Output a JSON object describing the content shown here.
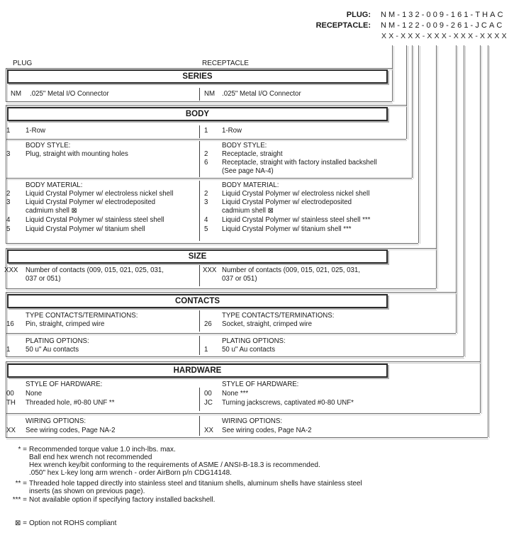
{
  "colors": {
    "text": "#1a1a1a",
    "line": "#6a6a6a",
    "line_shadow": "#cccccc",
    "header_border": "#2b2b2b",
    "background": "#ffffff"
  },
  "header": {
    "plug_label": "PLUG:",
    "plug_value": "NM-132-009-161-THAC",
    "receptacle_label": "RECEPTACLE:",
    "receptacle_value": "NM-122-009-261-JCAC",
    "mask": "XX-XXX-XXX-XXX-XXXX"
  },
  "columns": {
    "plug": "PLUG",
    "receptacle": "RECEPTACLE"
  },
  "series": {
    "title": "SERIES",
    "plug": {
      "code": "NM",
      "desc": ".025\" Metal I/O Connector"
    },
    "receptacle": {
      "code": "NM",
      "desc": ".025\" Metal I/O Connector"
    }
  },
  "body": {
    "title": "BODY",
    "rows": {
      "plug": {
        "code": "1",
        "desc": "1-Row"
      },
      "receptacle": {
        "code": "1",
        "desc": "1-Row"
      }
    },
    "style": {
      "label": "BODY STYLE:",
      "plug": [
        {
          "code": "3",
          "desc": "Plug, straight with mounting holes"
        }
      ],
      "receptacle": [
        {
          "code": "2",
          "desc": "Receptacle, straight"
        },
        {
          "code": "6",
          "desc": "Receptacle, straight with factory installed backshell"
        },
        {
          "code": "",
          "desc": "(See page NA-4)"
        }
      ]
    },
    "material": {
      "label": "BODY MATERIAL:",
      "plug": [
        {
          "code": "2",
          "desc": "Liquid Crystal Polymer w/ electroless nickel shell"
        },
        {
          "code": "3",
          "desc": "Liquid Crystal Polymer w/ electrodeposited"
        },
        {
          "code": "",
          "desc": "cadmium shell  ⊠"
        },
        {
          "code": "4",
          "desc": "Liquid Crystal Polymer w/ stainless steel shell"
        },
        {
          "code": "5",
          "desc": "Liquid Crystal Polymer w/ titanium shell"
        }
      ],
      "receptacle": [
        {
          "code": "2",
          "desc": "Liquid Crystal Polymer w/ electroless nickel shell"
        },
        {
          "code": "3",
          "desc": "Liquid Crystal Polymer w/ electrodeposited"
        },
        {
          "code": "",
          "desc": "cadmium shell  ⊠"
        },
        {
          "code": "4",
          "desc": "Liquid Crystal Polymer w/ stainless steel shell ***"
        },
        {
          "code": "5",
          "desc": "Liquid Crystal Polymer w/ titanium shell ***"
        }
      ]
    }
  },
  "size": {
    "title": "SIZE",
    "plug": {
      "code": "XXX",
      "desc": "Number of contacts (009, 015, 021, 025, 031,",
      "desc2": "037 or 051)"
    },
    "receptacle": {
      "code": "XXX",
      "desc": "Number of contacts (009, 015, 021, 025, 031,",
      "desc2": "037 or 051)"
    }
  },
  "contacts": {
    "title": "CONTACTS",
    "type": {
      "label": "TYPE CONTACTS/TERMINATIONS:",
      "plug": {
        "code": "16",
        "desc": "Pin, straight, crimped wire"
      },
      "receptacle": {
        "code": "26",
        "desc": "Socket, straight, crimped wire"
      }
    },
    "plating": {
      "label": "PLATING OPTIONS:",
      "plug": {
        "code": "1",
        "desc": "50 u\" Au contacts"
      },
      "receptacle": {
        "code": "1",
        "desc": "50 u\" Au contacts"
      }
    }
  },
  "hardware": {
    "title": "HARDWARE",
    "style": {
      "label": "STYLE OF HARDWARE:",
      "plug": [
        {
          "code": "00",
          "desc": "None"
        },
        {
          "code": "TH",
          "desc": "Threaded hole, #0-80 UNF  **"
        }
      ],
      "receptacle": [
        {
          "code": "00",
          "desc": "None  ***"
        },
        {
          "code": "JC",
          "desc": "Turning jackscrews, captivated #0-80 UNF*"
        }
      ]
    },
    "wiring": {
      "label": "WIRING OPTIONS:",
      "plug": {
        "code": "XX",
        "desc": "See wiring codes, Page NA-2"
      },
      "receptacle": {
        "code": "XX",
        "desc": "See wiring codes, Page NA-2"
      }
    }
  },
  "footnotes": {
    "torque": {
      "marker": "* =",
      "line1": "Recommended torque value 1.0 inch-lbs. max.",
      "line2": "Ball end hex wrench not recommended",
      "line3": "Hex wrench key/bit conforming to the requirements of ASME / ANSI-B-18.3 is recommended.",
      "line4": ".050\" hex L-key long arm wrench - order AirBorn p/n CDG14148."
    },
    "threaded": {
      "marker": "** =",
      "line1": "Threaded hole tapped directly into stainless steel and titanium shells, aluminum shells have stainless steel",
      "line2": "inserts (as shown on previous page)."
    },
    "backshell": {
      "marker": "*** =",
      "line1": "Not available option if specifying factory installed backshell."
    },
    "rohs": {
      "marker": "⊠ =",
      "line1": "Option not ROHS compliant"
    }
  }
}
